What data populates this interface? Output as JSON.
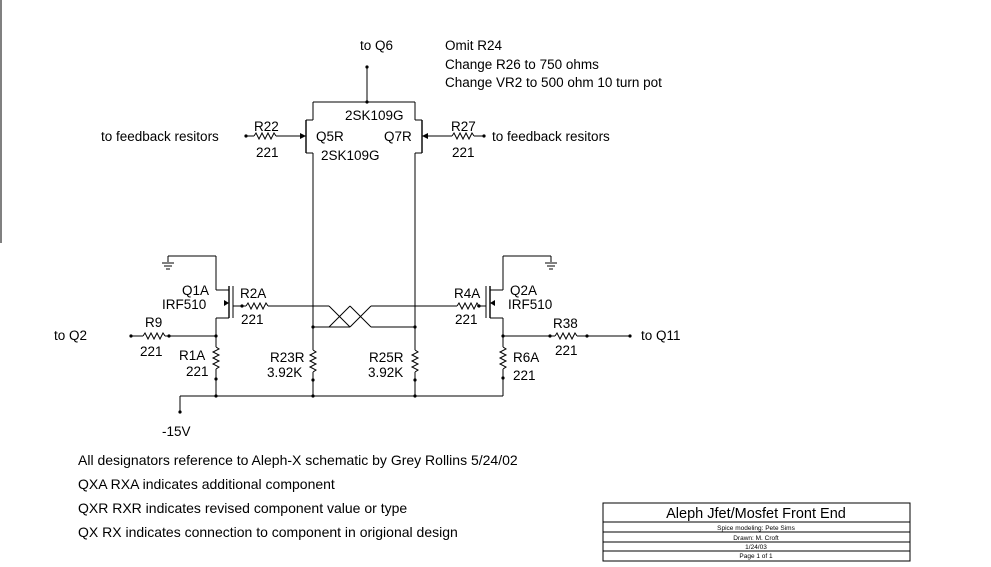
{
  "labels": {
    "to_q6": "to Q6",
    "to_feedback_left": "to feedback resitors",
    "to_feedback_right": "to feedback resitors",
    "to_q2": "to Q2",
    "to_q11": "to Q11",
    "neg15v": "-15V"
  },
  "notes_top": [
    "Omit R24",
    "Change R26 to 750 ohms",
    "Change VR2 to 500 ohm 10 turn pot"
  ],
  "components": {
    "q5r": {
      "ref": "Q5R",
      "part": "2SK109G"
    },
    "q7r": {
      "ref": "Q7R",
      "part": "2SK109G"
    },
    "q1a": {
      "ref": "Q1A",
      "part": "IRF510"
    },
    "q2a": {
      "ref": "Q2A",
      "part": "IRF510"
    },
    "r22": {
      "ref": "R22",
      "value": "221"
    },
    "r27": {
      "ref": "R27",
      "value": "221"
    },
    "r2a": {
      "ref": "R2A",
      "value": "221"
    },
    "r4a": {
      "ref": "R4A",
      "value": "221"
    },
    "r9": {
      "ref": "R9",
      "value": "221"
    },
    "r38": {
      "ref": "R38",
      "value": "221"
    },
    "r1a": {
      "ref": "R1A",
      "value": "221"
    },
    "r6a": {
      "ref": "R6A",
      "value": "221"
    },
    "r23r": {
      "ref": "R23R",
      "value": "3.92K"
    },
    "r25r": {
      "ref": "R25R",
      "value": "3.92K"
    }
  },
  "notes_bottom": [
    "All designators reference to Aleph-X schematic by Grey Rollins 5/24/02",
    "QXA  RXA indicates additional component",
    "QXR  RXR indicates revised component value or type",
    "QX  RX  indicates connection to component in origional design"
  ],
  "title_block": {
    "title": "Aleph Jfet/Mosfet  Front End",
    "line1": "Spice modeling: Pete Sims",
    "line2": "Drawn: M. Croft",
    "line3": "1/24/03",
    "line4": "Page 1 of 1"
  }
}
